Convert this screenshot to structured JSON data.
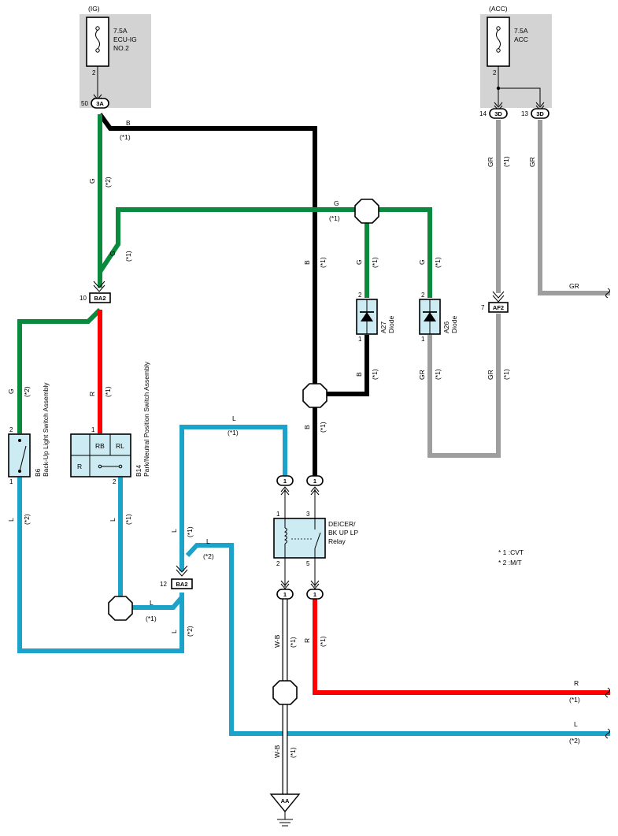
{
  "colors": {
    "green": "#0a8a3c",
    "black": "#000000",
    "red": "#ff0000",
    "blue": "#1ba3c9",
    "gray": "#9e9e9e",
    "fuse_bg": "#d3d3d3",
    "component_fill": "#cdebf2"
  },
  "fuses": {
    "ig": {
      "source": "(IG)",
      "rating": "7.5A",
      "name1": "ECU-IG",
      "name2": "NO.2",
      "pin": "2",
      "conn_pin": "50",
      "conn": "3A"
    },
    "acc": {
      "source": "(ACC)",
      "rating": "7.5A",
      "name1": "ACC",
      "pin": "2",
      "conn_pin1": "14",
      "conn1": "3D",
      "conn_pin2": "13",
      "conn2": "3D"
    }
  },
  "connectors": {
    "ba2_top": {
      "pin": "10",
      "name": "BA2"
    },
    "ba2_bot": {
      "pin": "12",
      "name": "BA2"
    },
    "af2": {
      "pin": "7",
      "name": "AF2"
    },
    "relay_top_left": "1",
    "relay_top_right": "1",
    "relay_bot_left": "1",
    "relay_bot_right": "1"
  },
  "components": {
    "b6": {
      "code": "B6",
      "name": "Back-Up Light Switch Assembly",
      "pin_top": "2",
      "pin_bot": "1"
    },
    "b14": {
      "code": "B14",
      "name": "Park/Neutral Position Switch Assembly",
      "cell_rb": "RB",
      "cell_rl": "RL",
      "cell_r": "R",
      "pin_top": "1",
      "pin_bot": "2"
    },
    "a27": {
      "code": "A27",
      "name": "Diode",
      "pin_top": "2",
      "pin_bot": "1"
    },
    "a26": {
      "code": "A26",
      "name": "Diode",
      "pin_top": "2",
      "pin_bot": "1"
    },
    "relay": {
      "name1": "DEICER/",
      "name2": "BK UP LP",
      "name3": "Relay",
      "pin1": "1",
      "pin3": "3",
      "pin2": "2",
      "pin5": "5"
    }
  },
  "ground": {
    "name": "AA"
  },
  "wire_labels": {
    "B": "B",
    "G": "G",
    "R": "R",
    "L": "L",
    "GR": "GR",
    "WB": "W-B",
    "v1": "(*1)",
    "v2": "(*2)"
  },
  "notes": {
    "line1": "* 1 :CVT",
    "line2": "* 2 :M/T"
  }
}
